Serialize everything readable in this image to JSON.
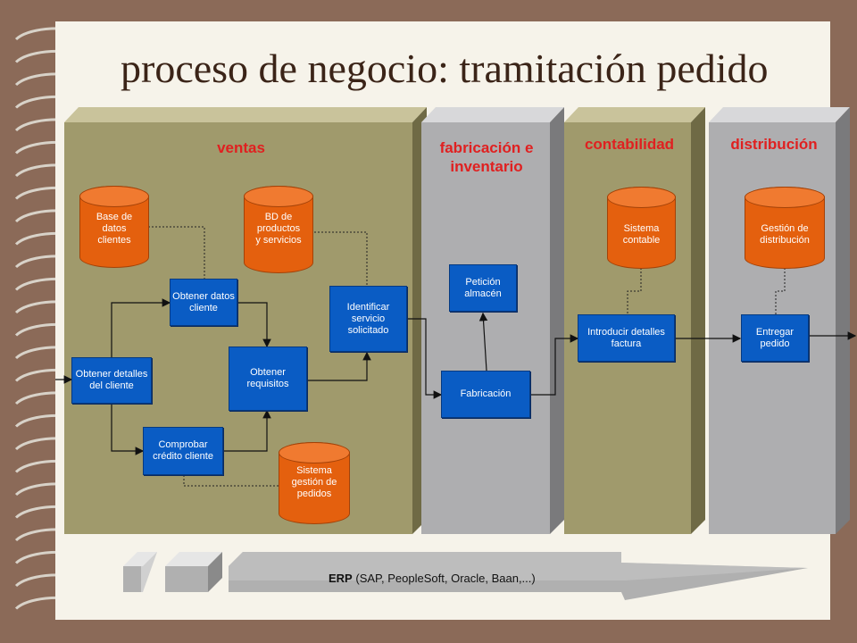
{
  "title": "proceso de negocio: tramitación pedido",
  "lanes": {
    "ventas": "ventas",
    "fabricacion": "fabricación e inventario",
    "contabilidad": "contabilidad",
    "distribucion": "distribución"
  },
  "databases": {
    "base_clientes": "Base de datos clientes",
    "bd_productos": "BD de productos y servicios",
    "sistema_pedidos": "Sistema gestión de pedidos",
    "sistema_contable": "Sistema contable",
    "gestion_distribucion": "Gestión de distribución"
  },
  "processes": {
    "obtener_detalles": "Obtener detalles del cliente",
    "obtener_datos": "Obtener datos cliente",
    "comprobar_credito": "Comprobar crédito cliente",
    "obtener_requisitos": "Obtener requisitos",
    "identificar_servicio": "Identificar servicio solicitado",
    "peticion_almacen": "Petición almacén",
    "fabricacion": "Fabricación",
    "introducir_factura": "Introducir detalles factura",
    "entregar_pedido": "Entregar pedido"
  },
  "erp": {
    "name": "ERP",
    "vendors": "(SAP, PeopleSoft, Oracle, Baan,...)"
  },
  "colors": {
    "lane_olive": "#a09a6c",
    "lane_gray": "#aeaeb0",
    "process_blue": "#0a5cc4",
    "database_orange": "#e4600e",
    "lane_label_red": "#e02020"
  }
}
